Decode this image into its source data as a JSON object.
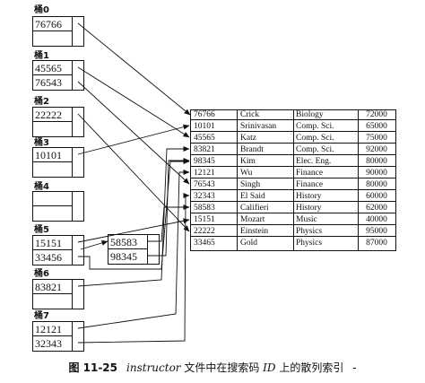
{
  "buckets": [
    {
      "label": "桶0",
      "values": [
        "76766",
        ""
      ]
    },
    {
      "label": "桶1",
      "values": [
        "45565",
        "76543"
      ]
    },
    {
      "label": "桶2",
      "values": [
        "22222",
        ""
      ]
    },
    {
      "label": "桶3",
      "values": [
        "10101",
        ""
      ]
    },
    {
      "label": "桶4",
      "values": [
        "",
        ""
      ]
    },
    {
      "label": "桶5",
      "values": [
        "15151",
        "33456"
      ]
    },
    {
      "label": "桶6",
      "values": [
        "83821",
        ""
      ]
    },
    {
      "label": "桶7",
      "values": [
        "12121",
        "32343"
      ]
    }
  ],
  "overflow_bucket": {
    "values": [
      "58583",
      "98345"
    ]
  },
  "instructor_records": [
    [
      "76766",
      "Crick",
      "Biology",
      "72000"
    ],
    [
      "10101",
      "Srinivasan",
      "Comp. Sci.",
      "65000"
    ],
    [
      "45565",
      "Katz",
      "Comp. Sci.",
      "75000"
    ],
    [
      "83821",
      "Brandt",
      "Comp. Sci.",
      "92000"
    ],
    [
      "98345",
      "Kim",
      "Elec. Eng.",
      "80000"
    ],
    [
      "12121",
      "Wu",
      "Finance",
      "90000"
    ],
    [
      "76543",
      "Singh",
      "Finance",
      "80000"
    ],
    [
      "32343",
      "El Said",
      "History",
      "60000"
    ],
    [
      "58583",
      "Califieri",
      "History",
      "62000"
    ],
    [
      "15151",
      "Mozart",
      "Music",
      "40000"
    ],
    [
      "22222",
      "Einstein",
      "Physics",
      "95000"
    ],
    [
      "33465",
      "Gold",
      "Physics",
      "87000"
    ]
  ],
  "caption": {
    "figure_number": "图 11-25",
    "italic_relation": "instructor",
    "text_middle": " 文件中在搜索码 ",
    "italic_key": "ID",
    "text_end": " 上的散列索引"
  },
  "trailing_mark": "-",
  "colors": {
    "ink": "#111111",
    "background": "#ffffff"
  }
}
